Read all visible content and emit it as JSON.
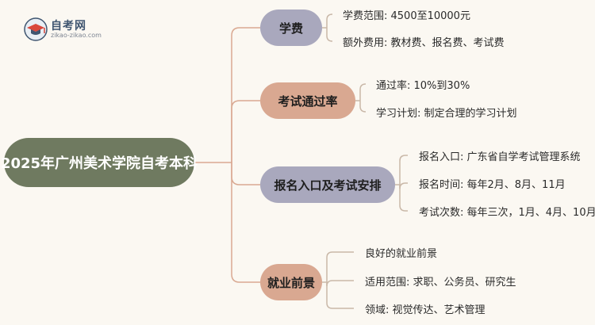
{
  "logo": {
    "title": "自考网",
    "subtitle": "zikao-zikao.com"
  },
  "root": {
    "label": "2025年广州美术学院自考本科"
  },
  "branches": [
    {
      "label": "学费",
      "color": "#a9a8bd",
      "leaves": [
        "学费范围: 4500至10000元",
        "额外费用: 教材费、报名费、考试费"
      ]
    },
    {
      "label": "考试通过率",
      "color": "#d9a891",
      "leaves": [
        "通过率: 10%到30%",
        "学习计划: 制定合理的学习计划"
      ]
    },
    {
      "label": "报名入口及考试安排",
      "color": "#a9a8bd",
      "leaves": [
        "报名入口: 广东省自学考试管理系统",
        "报名时间: 每年2月、8月、11月",
        "考试次数: 每年三次，1月、4月、10月"
      ]
    },
    {
      "label": "就业前景",
      "color": "#d9a891",
      "leaves": [
        "良好的就业前景",
        "适用范围: 求职、公务员、研究生",
        "领域: 视觉传达、艺术管理"
      ]
    }
  ],
  "colors": {
    "line": "#d9a891",
    "root": "#6f7a60",
    "leaf_line": "#c9b8a8"
  }
}
